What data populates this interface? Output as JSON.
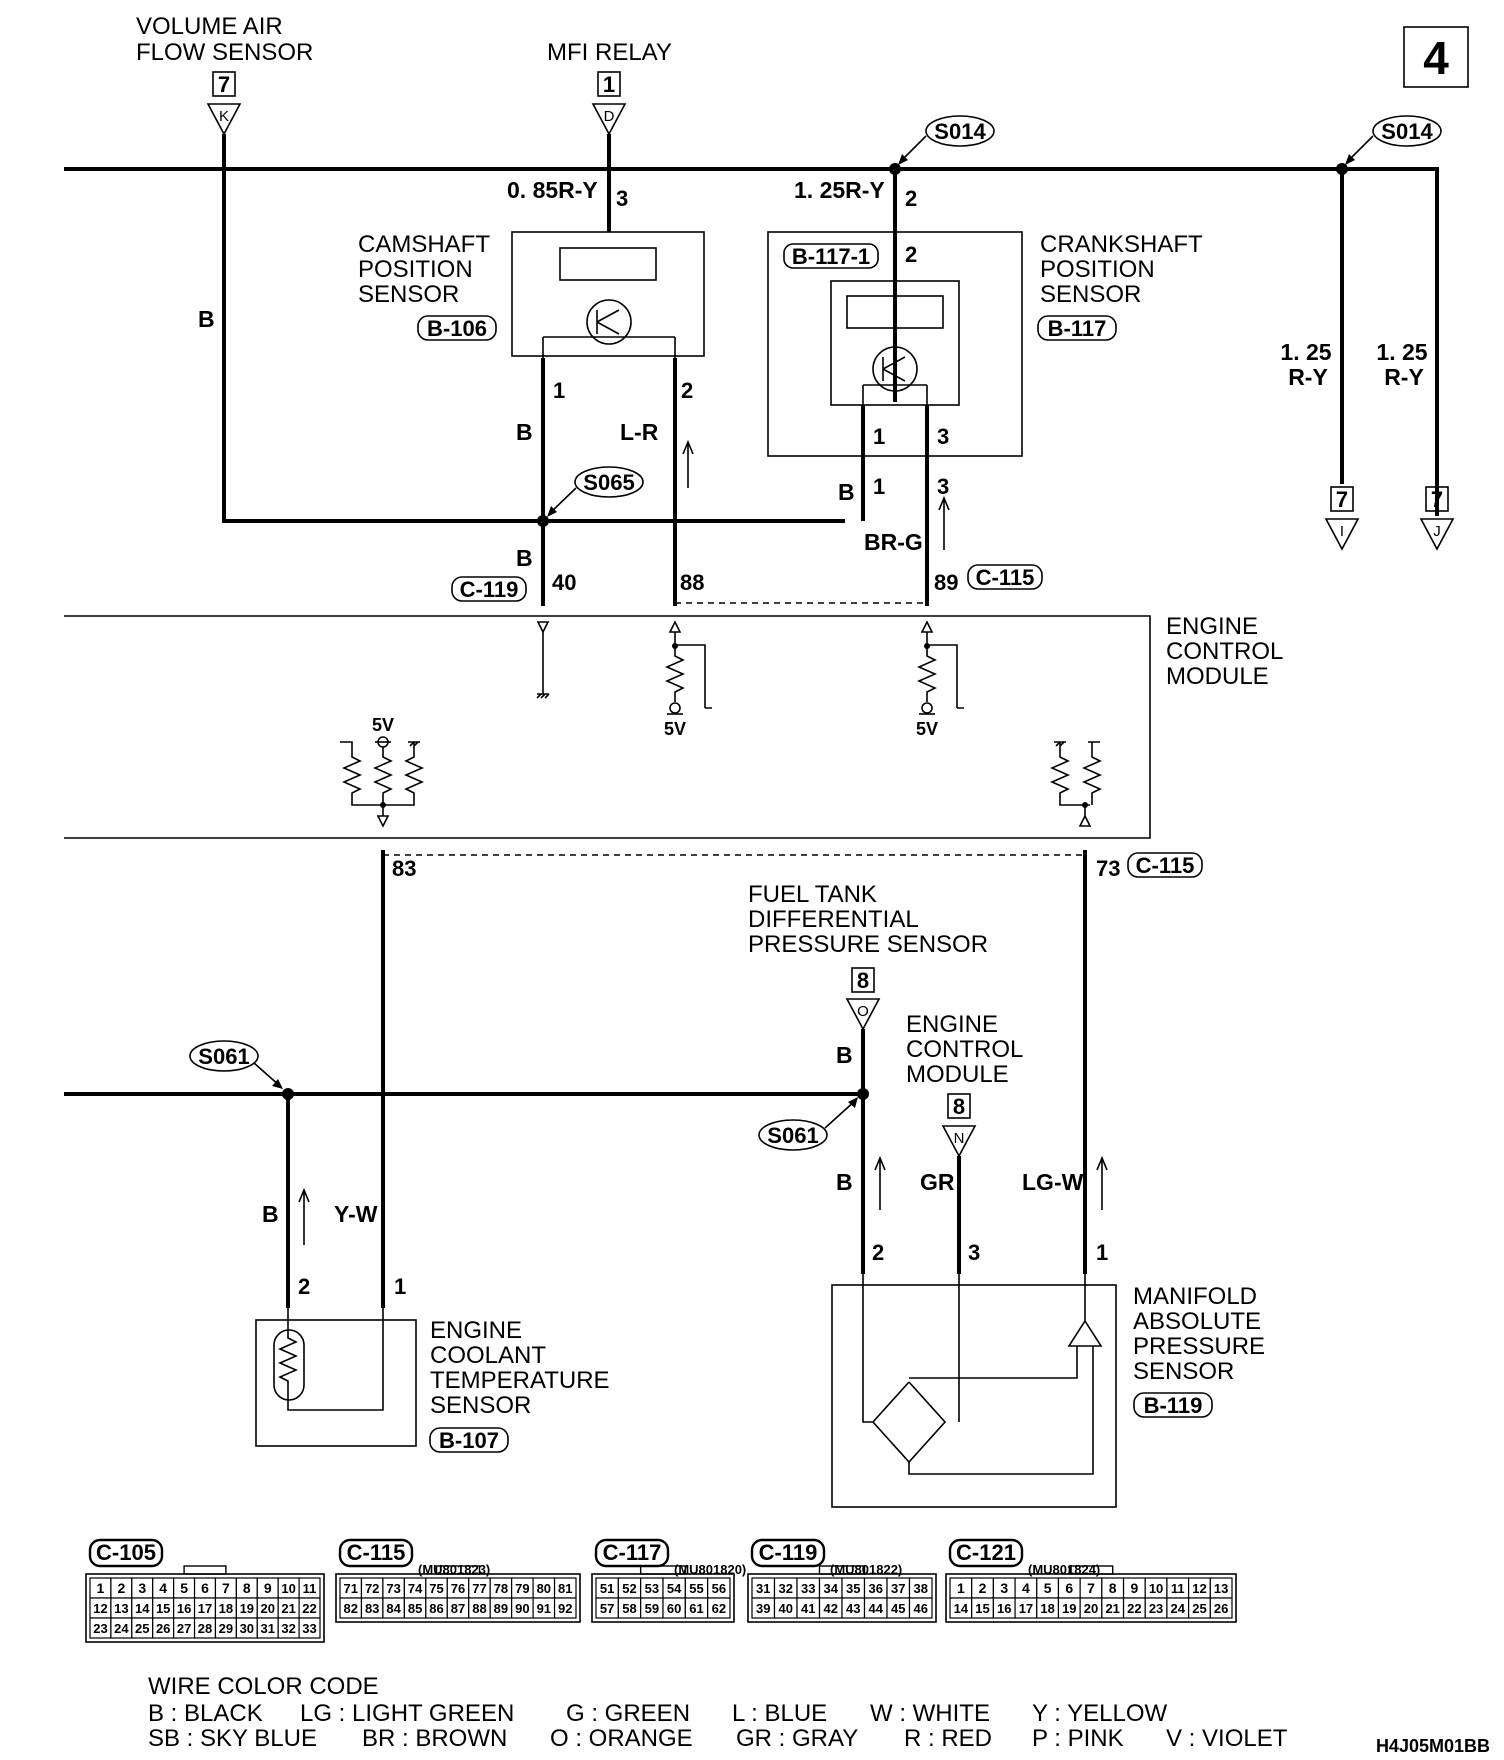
{
  "page_number": "4",
  "figure_code": "H4J05M01BB",
  "components": {
    "volume_air_flow_sensor": [
      "VOLUME AIR",
      "FLOW SENSOR"
    ],
    "mfi_relay": "MFI RELAY",
    "camshaft_sensor": [
      "CAMSHAFT",
      "POSITION",
      "SENSOR"
    ],
    "crankshaft_sensor": [
      "CRANKSHAFT",
      "POSITION",
      "SENSOR"
    ],
    "engine_control_module_main": [
      "ENGINE",
      "CONTROL",
      "MODULE"
    ],
    "fuel_tank_sensor": [
      "FUEL TANK",
      "DIFFERENTIAL",
      "PRESSURE SENSOR"
    ],
    "engine_control_module_ref": [
      "ENGINE",
      "CONTROL",
      "MODULE"
    ],
    "coolant_sensor": [
      "ENGINE",
      "COOLANT",
      "TEMPERATURE",
      "SENSOR"
    ],
    "map_sensor": [
      "MANIFOLD",
      "ABSOLUTE",
      "PRESSURE",
      "SENSOR"
    ]
  },
  "connector_ids": {
    "b106": "B-106",
    "b117": "B-117",
    "b117_1": "B-117-1",
    "b107": "B-107",
    "b119": "B-119",
    "c119": "C-119",
    "c115_top": "C-115",
    "c115_mid": "C-115"
  },
  "splices": {
    "s014_a": "S014",
    "s014_b": "S014",
    "s065": "S065",
    "s061_a": "S061",
    "s061_b": "S061"
  },
  "refs": {
    "vaf_num": "7",
    "vaf_letter": "K",
    "mfi_num": "1",
    "mfi_letter": "D",
    "out_i_num": "7",
    "out_i_letter": "I",
    "out_j_num": "7",
    "out_j_letter": "J",
    "ftank_num": "8",
    "ftank_letter": "O",
    "ecm_num": "8",
    "ecm_letter": "N"
  },
  "wires": {
    "vaf": "B",
    "cam_supply": "0. 85R-Y",
    "crank_supply": "1. 25R-Y",
    "cam_p1": "B",
    "cam_p2": "L-R",
    "crank_p1": "B",
    "crank_p3": "BR-G",
    "ecm_p40": "B",
    "out_i": [
      "1. 25",
      "R-Y"
    ],
    "out_j": [
      "1. 25",
      "R-Y"
    ],
    "coolant_p2": "B",
    "coolant_p1": "Y-W",
    "ftank": "B",
    "map_p2": "B",
    "map_p3": "GR",
    "map_p1": "LG-W"
  },
  "pins": {
    "cam_top": "3",
    "cam_1": "1",
    "cam_2": "2",
    "crank_top": "2",
    "crank_inner": "2",
    "crank_1": "1",
    "crank_3": "3",
    "crank_1b": "1",
    "crank_3b": "3",
    "ecm_40": "40",
    "ecm_88": "88",
    "ecm_89": "89",
    "ecm_83": "83",
    "ecm_73": "73",
    "coolant_2": "2",
    "coolant_1": "1",
    "map_2": "2",
    "map_3": "3",
    "map_1": "1"
  },
  "voltages": [
    "5V",
    "5V",
    "5V"
  ],
  "connectors": [
    {
      "name": "C-105",
      "part": "",
      "rows": [
        [
          "1",
          "2",
          "3",
          "4",
          "5",
          "6",
          "7",
          "8",
          "9",
          "10",
          "11"
        ],
        [
          "12",
          "13",
          "14",
          "15",
          "16",
          "17",
          "18",
          "19",
          "20",
          "21",
          "22"
        ],
        [
          "23",
          "24",
          "25",
          "26",
          "27",
          "28",
          "29",
          "30",
          "31",
          "32",
          "33"
        ]
      ]
    },
    {
      "name": "C-115",
      "part": "(MU801823)",
      "rows": [
        [
          "71",
          "72",
          "73",
          "74",
          "75",
          "76",
          "77",
          "78",
          "79",
          "80",
          "81"
        ],
        [
          "82",
          "83",
          "84",
          "85",
          "86",
          "87",
          "88",
          "89",
          "90",
          "91",
          "92"
        ]
      ]
    },
    {
      "name": "C-117",
      "part": "(MU801820)",
      "rows": [
        [
          "51",
          "52",
          "53",
          "54",
          "55",
          "56"
        ],
        [
          "57",
          "58",
          "59",
          "60",
          "61",
          "62"
        ]
      ]
    },
    {
      "name": "C-119",
      "part": "(MU801822)",
      "rows": [
        [
          "31",
          "32",
          "33",
          "34",
          "35",
          "36",
          "37",
          "38"
        ],
        [
          "39",
          "40",
          "41",
          "42",
          "43",
          "44",
          "45",
          "46"
        ]
      ]
    },
    {
      "name": "C-121",
      "part": "(MU801824)",
      "rows": [
        [
          "1",
          "2",
          "3",
          "4",
          "5",
          "6",
          "7",
          "8",
          "9",
          "10",
          "11",
          "12",
          "13"
        ],
        [
          "14",
          "15",
          "16",
          "17",
          "18",
          "19",
          "20",
          "21",
          "22",
          "23",
          "24",
          "25",
          "26"
        ]
      ]
    }
  ],
  "legend": {
    "title": "WIRE COLOR CODE",
    "row1": [
      "B : BLACK",
      "LG : LIGHT GREEN",
      "G : GREEN",
      "L : BLUE",
      "W : WHITE",
      "Y : YELLOW"
    ],
    "row2": [
      "SB : SKY BLUE",
      "BR : BROWN",
      "O : ORANGE",
      "GR : GRAY",
      "R : RED",
      "P : PINK",
      "V : VIOLET"
    ]
  }
}
